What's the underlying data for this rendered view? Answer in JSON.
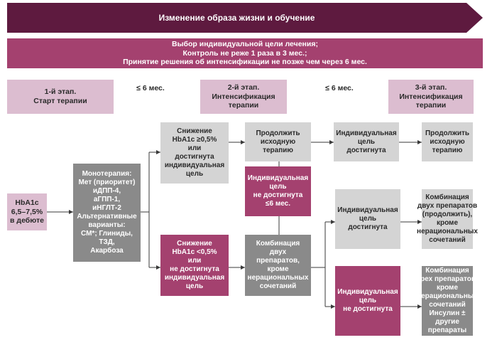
{
  "colors": {
    "magenta": "#a4416f",
    "dark_purple": "#5e1a3f",
    "light_pink": "#dcbdd0",
    "grey": "#d4d4d4",
    "dark_grey": "#8a8a8a"
  },
  "banner": "Изменение образа жизни и обучение",
  "goal_box": "Выбор индивидуальной цели лечения;\nКонтроль не реже 1 раза в 3 мес.;\nПринятие решения об интенсификации не позже чем через 6 мес.",
  "stages": {
    "stage1": "1-й этап.\nСтарт терапии",
    "interval1": "≤ 6 мес.",
    "stage2": "2-й этап.\nИнтенсификация\nтерапии",
    "interval2": "≤ 6 мес.",
    "stage3": "3-й этап.\nИнтенсификация\nтерапии"
  },
  "nodes": {
    "hba1c_start": "HbA1c\n6,5–7,5%\nв дебюте",
    "monotherapy": "Монотерапия:\nМет (приоритет)\nиДПП-4,\nаГПП-1,\nиНГЛТ-2\nАльтернативные\nварианты:\nСМ*; Глиниды,\nТЗД,\nАкарбоза",
    "decrease_ok": "Снижение\nHbA1c ≥0,5%\nили\nдостигнута\nиндивидуальная\nцель",
    "decrease_fail": "Снижение\nHbA1c <0,5%\nили\nне достигнута\nиндивидуальная\nцель",
    "continue_1": "Продолжить\nисходную\nтерапию",
    "goal_not_reached_6m": "Индивидуальная\nцель\nне достигнута\n≤6 мес.",
    "combo_two": "Комбинация\nдвух\nпрепаратов,\nкроме\nнерациональных\nсочетаний",
    "goal_reached_1": "Индивидуальная\nцель\nдостигнута",
    "continue_2": "Продолжить\nисходную\nтерапию",
    "goal_reached_2": "Индивидуальная\nцель\nдостигнута",
    "combo_two_continue": "Комбинация\nдвух препаратов\n(продолжить),\nкроме\nнерациональных\nсочетаний",
    "goal_not_reached": "Индивидуальная\nцель\nне достигнута",
    "combo_three": "Комбинация\nтрех препаратов,\nкроме\nнерациональных\nсочетаний\nИнсулин ± другие\nпрепараты"
  }
}
